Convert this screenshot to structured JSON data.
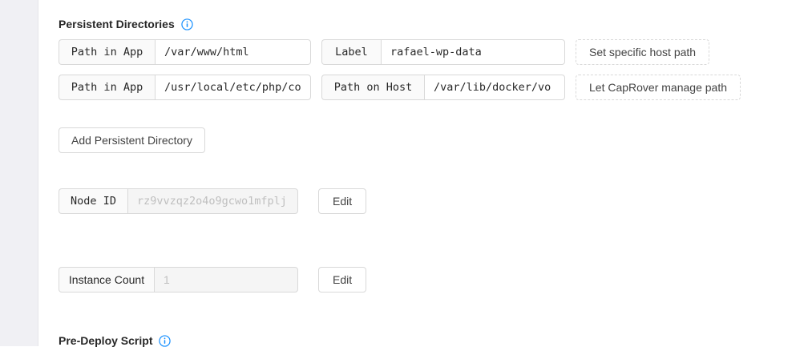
{
  "sections": {
    "persistent_directories": {
      "title": "Persistent Directories",
      "info_icon": "info-circle-icon",
      "rows": [
        {
          "path_in_app_label": "Path in App",
          "path_in_app_value": "/var/www/html",
          "second_label": "Label",
          "second_value": "rafael-wp-data",
          "toggle_button": "Set specific host path"
        },
        {
          "path_in_app_label": "Path in App",
          "path_in_app_value": "/usr/local/etc/php/co",
          "second_label": "Path on Host",
          "second_value": "/var/lib/docker/vo",
          "toggle_button": "Let CapRover manage path"
        }
      ],
      "add_button": "Add Persistent Directory"
    },
    "node_id": {
      "label": "Node ID",
      "placeholder": "rz9vvzqz2o4o9gcwo1mfplj",
      "value": "",
      "edit_button": "Edit"
    },
    "instance_count": {
      "label": "Instance Count",
      "placeholder": "1",
      "value": "",
      "edit_button": "Edit"
    },
    "pre_deploy_script": {
      "title": "Pre-Deploy Script",
      "info_icon": "info-circle-icon"
    }
  },
  "colors": {
    "info_icon": "#1890ff",
    "border": "#d9d9d9",
    "addon_bg": "#fafafa",
    "disabled_bg": "#f5f5f5",
    "placeholder": "#bfbfbf",
    "rail_bg": "#f0f0f4",
    "text": "rgba(0,0,0,0.85)"
  }
}
